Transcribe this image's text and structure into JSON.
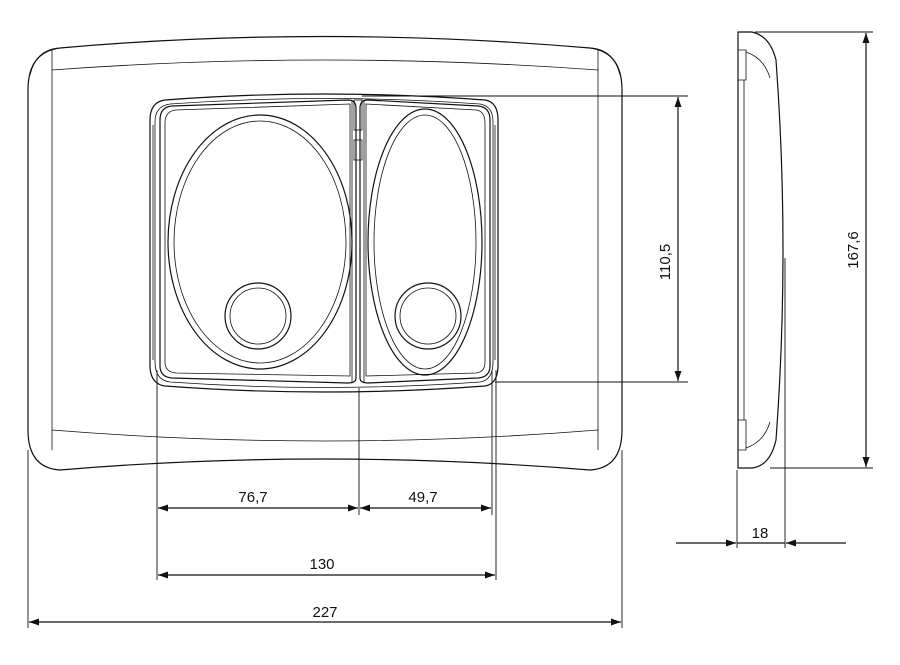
{
  "dimensions": {
    "left_button_width": "76,7",
    "right_button_width": "49,7",
    "buttons_total_width": "130",
    "plate_width": "227",
    "button_height": "110,5",
    "plate_height": "167,6",
    "plate_depth": "18"
  },
  "colors": {
    "line": "#111111",
    "background": "#ffffff"
  }
}
